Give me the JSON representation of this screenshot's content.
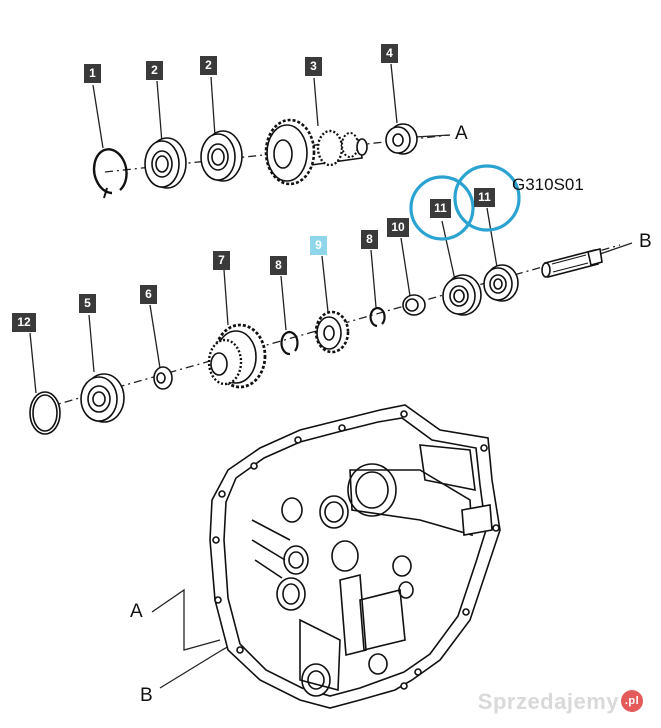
{
  "callouts": {
    "c1": "1",
    "c2a": "2",
    "c2b": "2",
    "c3": "3",
    "c4": "4",
    "c5": "5",
    "c6": "6",
    "c7": "7",
    "c8a": "8",
    "c9": "9",
    "c8b": "8",
    "c10": "10",
    "c11a": "11",
    "c11b": "11",
    "c12": "12"
  },
  "letters": {
    "a_top": "A",
    "b_right": "B",
    "a_bottom": "A",
    "b_bottom": "B"
  },
  "drawing_code": "G310S01",
  "watermark": {
    "text": "Sprzedajemy",
    "badge": ".pl"
  },
  "colors": {
    "highlight_circle": "#2aa3d1",
    "highlight_tag": "#8fd6ea",
    "tag": "#3a3a3a"
  }
}
